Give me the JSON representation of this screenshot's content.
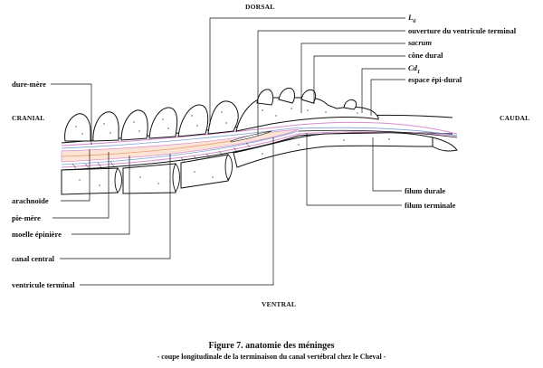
{
  "orientation": {
    "dorsal": "DORSAL",
    "ventral": "VENTRAL",
    "cranial": "CRANIAL",
    "caudal": "CAUDAL"
  },
  "labels": {
    "l6_letter": "L",
    "l6_sub": "6",
    "ouverture": "ouverture du ventricule terminal",
    "sacrum": "sacrum",
    "cone_dural": "cône dural",
    "cd1_letter": "Cd",
    "cd1_sub": "1",
    "espace_epi_dural": "espace épi-dural",
    "dure_mere": "dure-mère",
    "arachnoide": "arachnoïde",
    "pie_mere": "pie-mère",
    "moelle_epiniere": "moelle épinière",
    "canal_central": "canal central",
    "ventricule_terminal": "ventricule terminal",
    "filum_durale": "filum durale",
    "filum_terminale": "filum  terminale"
  },
  "caption": {
    "title": "Figure 7. anatomie des méninges",
    "subtitle": "- coupe longitudinale de la terminaison du canal vertébral chez le Cheval -"
  },
  "colors": {
    "ink": "#111111",
    "meninges_pink": "#d78fcf",
    "meninges_blue": "#7f9fd6",
    "cord_orange": "#e8a070"
  }
}
